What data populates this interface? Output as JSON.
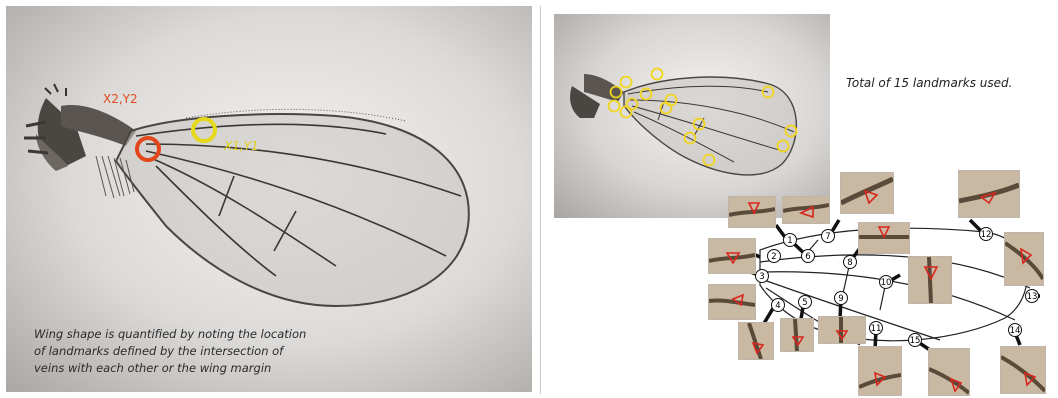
{
  "left_panel": {
    "caption": "Wing shape is quantified by noting the location\nof landmarks defined by the intersection of\nveins with each other or the wing margin",
    "label_x2": "X2,Y2",
    "label_x1": "X1,Y1"
  },
  "right_panel": {
    "note": "Total of 15 landmarks used.",
    "landmark_numbers": [
      "1",
      "2",
      "3",
      "4",
      "5",
      "6",
      "7",
      "8",
      "9",
      "10",
      "11",
      "12",
      "13",
      "14",
      "15"
    ]
  },
  "colors": {
    "x2_marker": "#e2461b",
    "x1_marker": "#e6d81a",
    "landmark_circle": "#f2d51c",
    "inset_arrow": "#d9261c"
  }
}
